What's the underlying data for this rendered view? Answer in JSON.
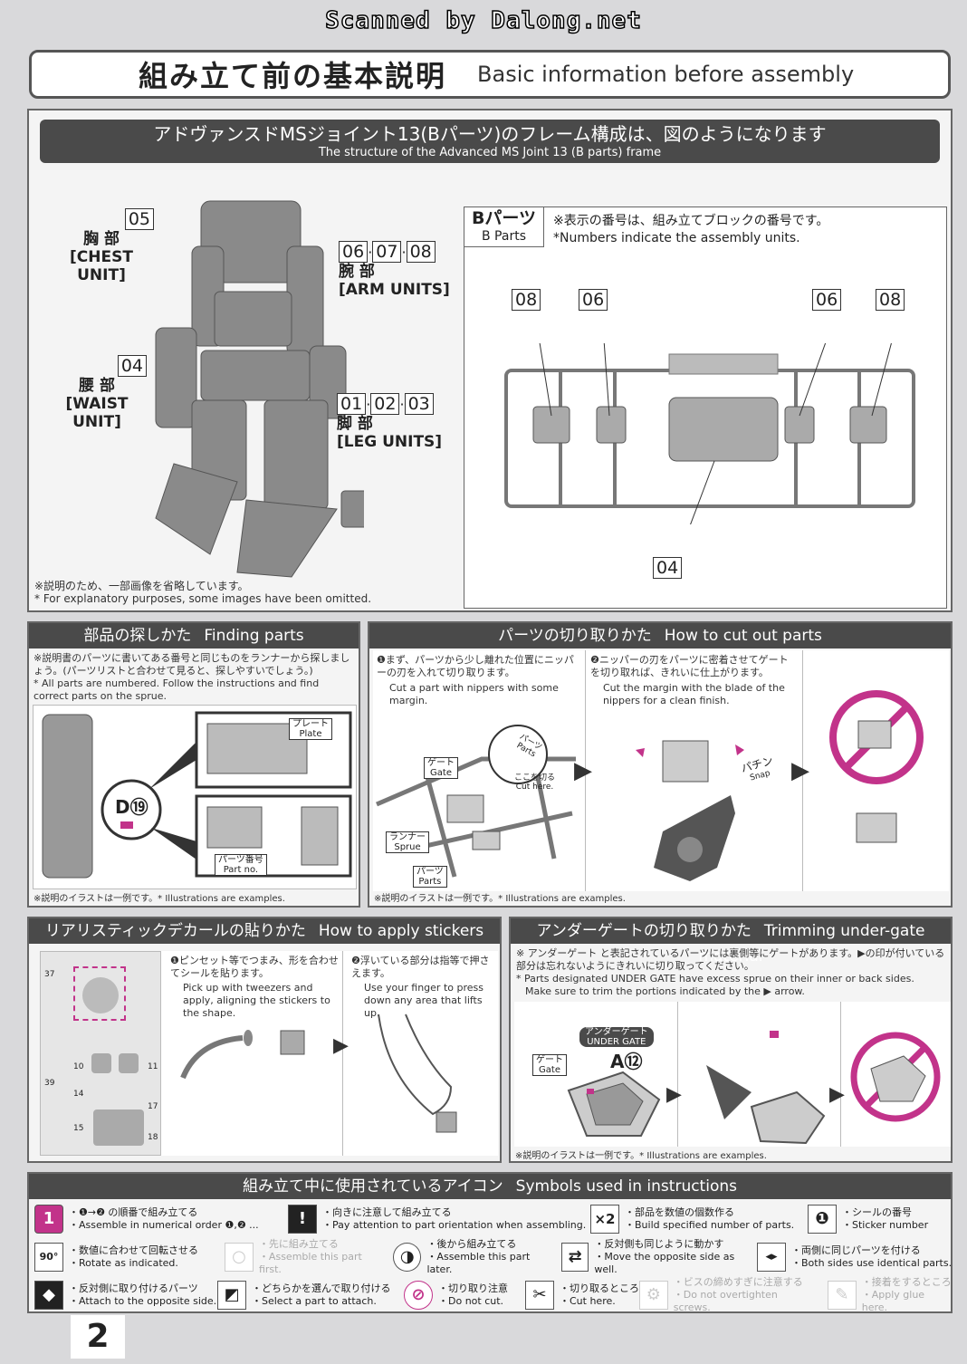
{
  "scan_credit": "Scanned by Dalong.net",
  "header": {
    "title_jp": "組み立て前の基本説明",
    "title_en": "Basic information before assembly"
  },
  "structure": {
    "title_jp": "アドヴァンスドMSジョイント13(Bパーツ)のフレーム構成は、図のようになります",
    "title_en": "The structure of the Advanced MS Joint 13 (B parts) frame",
    "chest": {
      "num": "05",
      "jp": "胸 部",
      "en": "[CHEST UNIT]"
    },
    "arm": {
      "nums": [
        "06",
        "07",
        "08"
      ],
      "jp": "腕 部",
      "en": "[ARM UNITS]"
    },
    "waist": {
      "num": "04",
      "jp": "腰 部",
      "en": "[WAIST UNIT]"
    },
    "leg": {
      "nums": [
        "01",
        "02",
        "03"
      ],
      "jp": "脚 部",
      "en": "[LEG UNITS]"
    },
    "b_parts_jp": "Bパーツ",
    "b_parts_en": "B Parts",
    "b_note_jp": "※表示の番号は、組み立てブロックの番号です。",
    "b_note_en": "*Numbers indicate the assembly units.",
    "sprue_nums": [
      "08",
      "06",
      "06",
      "08",
      "04"
    ],
    "omit_jp": "※説明のため、一部画像を省略しています。",
    "omit_en": "* For explanatory purposes, some images have been omitted."
  },
  "finding": {
    "title_jp": "部品の探しかた",
    "title_en": "Finding parts",
    "note_jp": "※説明書のパーツに書いてある番号と同じものをランナーから探しましょう。(パーツリストと合わせて見ると、探しやすいでしょう。)",
    "note_en": "* All parts are numbered. Follow the instructions and find correct parts on the sprue.",
    "plate_jp": "プレート",
    "plate_en": "Plate",
    "partno_jp": "パーツ番号",
    "partno_en": "Part no.",
    "callout": "D⑲",
    "example": "※説明のイラストは一例です。* Illustrations are examples."
  },
  "cutting": {
    "title_jp": "パーツの切り取りかた",
    "title_en": "How to cut out parts",
    "step1_jp": "❶まず、パーツから少し離れた位置にニッパーの刃を入れて切り取ります。",
    "step1_en": "Cut a part with nippers with some margin.",
    "step2_jp": "❷ニッパーの刃をパーツに密着させてゲートを切り取れば、きれいに仕上がります。",
    "step2_en": "Cut the margin with the blade of the nippers for a clean finish.",
    "gate_jp": "ゲート",
    "gate_en": "Gate",
    "parts_jp": "パーツ",
    "parts_en": "Parts",
    "cut_jp": "ここを切る",
    "cut_en": "Cut here.",
    "runner_jp": "ランナー",
    "runner_en": "Sprue",
    "parts2_jp": "パーツ",
    "parts2_en": "Parts",
    "snap_jp": "パチン",
    "snap_en": "Snap",
    "example": "※説明のイラストは一例です。* Illustrations are examples."
  },
  "stickers": {
    "title_jp": "リアリスティックデカールの貼りかた",
    "title_en": "How to apply stickers",
    "step1_jp": "❶ピンセット等でつまみ、形を合わせてシールを貼ります。",
    "step1_en": "Pick up with tweezers and apply, aligning the stickers to the shape.",
    "step2_jp": "❷浮いている部分は指等で押さえます。",
    "step2_en": "Use your finger to press down any area that lifts up.",
    "sheet_nums": [
      "37",
      "10",
      "11",
      "14",
      "17",
      "15",
      "18",
      "39"
    ]
  },
  "undergate": {
    "title_jp": "アンダーゲートの切り取りかた",
    "title_en": "Trimming under-gate material",
    "note_jp": "※ アンダーゲート と表記されているパーツには裏側等にゲートがあります。▶の印が付いている部分は忘れないようにきれいに切り取ってください。",
    "note_en1": "* Parts designated UNDER GATE have excess sprue on their inner or back sides.",
    "note_en2": "Make sure to trim the portions indicated by the ▶ arrow.",
    "badge_jp": "アンダーゲート",
    "badge_en": "UNDER GATE",
    "part": "A⑫",
    "gate_jp": "ゲート",
    "gate_en": "Gate",
    "example": "※説明のイラストは一例です。* Illustrations are examples."
  },
  "symbols": {
    "title_jp": "組み立て中に使用されているアイコン",
    "title_en": "Symbols used in instructions",
    "items": [
      {
        "icon": "1",
        "jp": "・❶→❷ の順番で組み立てる",
        "en": "・Assemble in numerical order ❶,❷ ..."
      },
      {
        "icon": "!",
        "jp": "・向きに注意して組み立てる",
        "en": "・Pay attention to part orientation when assembling."
      },
      {
        "icon": "×2",
        "jp": "・部品を数値の個数作る",
        "en": "・Build specified number of parts."
      },
      {
        "icon": "❶",
        "jp": "・シールの番号",
        "en": "・Sticker number"
      },
      {
        "icon": "90°",
        "jp": "・数値に合わせて回転させる",
        "en": "・Rotate as indicated."
      },
      {
        "icon": "○",
        "jp": "・先に組み立てる",
        "en": "・Assemble this part first."
      },
      {
        "icon": "◑",
        "jp": "・後から組み立てる",
        "en": "・Assemble this part later."
      },
      {
        "icon": "⇄",
        "jp": "・反対側も同じように動かす",
        "en": "・Move the opposite side as well."
      },
      {
        "icon": "◂▸",
        "jp": "・両側に同じパーツを付ける",
        "en": "・Both sides use identical parts."
      },
      {
        "icon": "◆",
        "jp": "・反対側に取り付けるパーツ",
        "en": "・Attach to the opposite side."
      },
      {
        "icon": "◩",
        "jp": "・どちらかを選んで取り付ける",
        "en": "・Select a part to attach."
      },
      {
        "icon": "⊘",
        "jp": "・切り取り注意",
        "en": "・Do not cut."
      },
      {
        "icon": "✂",
        "jp": "・切り取るところ",
        "en": "・Cut here."
      },
      {
        "icon": "⚙",
        "jp": "・ビスの締めすぎに注意する",
        "en": "・Do not overtighten screws."
      },
      {
        "icon": "✎",
        "jp": "・接着をするところ",
        "en": "・Apply glue here."
      }
    ]
  },
  "page_number": "2",
  "colors": {
    "accent": "#c2338a",
    "bar": "#4a4a4a",
    "panel": "#f4f4f4"
  }
}
